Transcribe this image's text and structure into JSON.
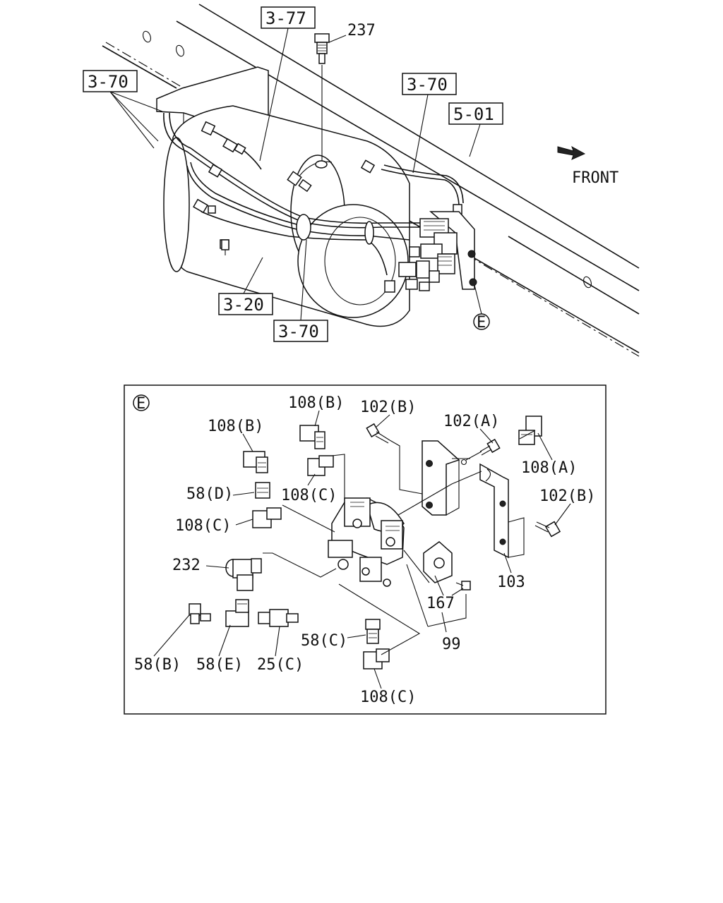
{
  "overview": {
    "ref_boxes": {
      "r377": "3-77",
      "r370_left": "3-70",
      "r370_right": "3-70",
      "r501": "5-01",
      "r320": "3-20",
      "r370_bottom": "3-70"
    },
    "labels": {
      "p237": "237"
    },
    "direction_label": "FRONT",
    "detail_marker": "E"
  },
  "detail": {
    "marker": "E",
    "labels": {
      "p108b_top": "108(B)",
      "p102b_top": "102(B)",
      "p108b_left": "108(B)",
      "p102a": "102(A)",
      "p108a": "108(A)",
      "p58d": "58(D)",
      "p108c_mid": "108(C)",
      "p102b_right": "102(B)",
      "p108c_left": "108(C)",
      "p232": "232",
      "p103": "103",
      "p167": "167",
      "p58c": "58(C)",
      "p99": "99",
      "p58b": "58(B)",
      "p58e": "58(E)",
      "p25c": "25(C)",
      "p108c_bottom": "108(C)"
    }
  },
  "icons": {
    "arrow": "front-arrow-icon",
    "marker": "circled-letter-icon"
  }
}
